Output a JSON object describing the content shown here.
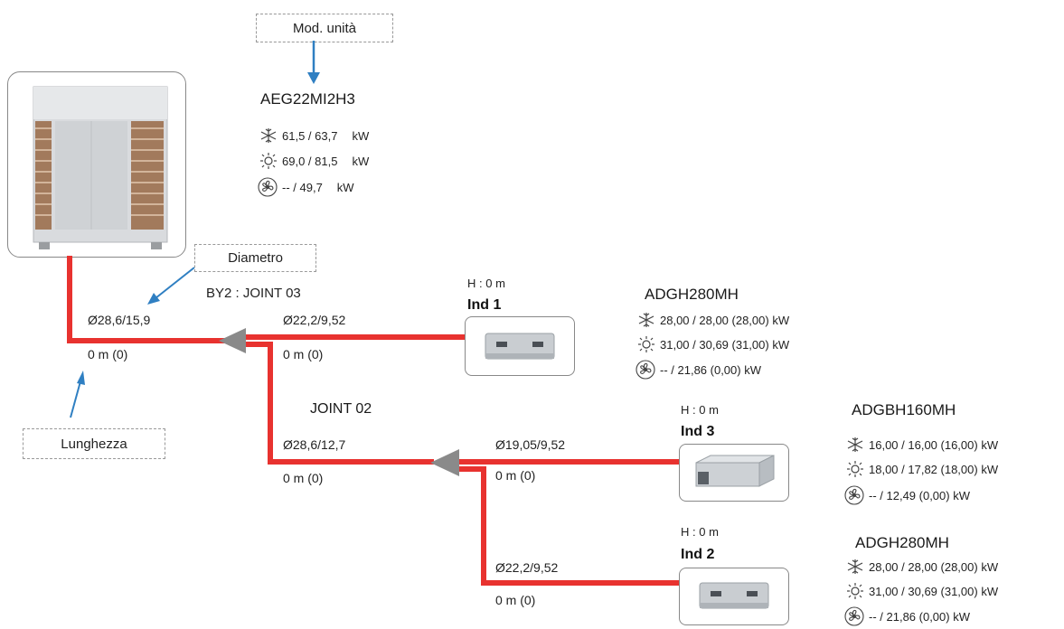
{
  "callouts": {
    "model": "Mod. unità",
    "diameter": "Diametro",
    "length": "Lunghezza"
  },
  "outdoor": {
    "model": "AEG22MI2H3",
    "cool": "61,5 / 63,7",
    "heat": "69,0 / 81,5",
    "fan": "-- / 49,7",
    "unit_cool": "kW",
    "unit_heat": "kW",
    "unit_fan": "kW"
  },
  "main_pipe": {
    "diameter": "Ø28,6/15,9",
    "length": "0 m  (0)"
  },
  "joint03": {
    "label": "BY2 : JOINT 03",
    "pipe_diameter": "Ø22,2/9,52",
    "pipe_length": "0 m  (0)"
  },
  "joint02": {
    "label": "JOINT 02",
    "in_diameter": "Ø28,6/12,7",
    "in_length": "0 m  (0)",
    "upper_diameter": "Ø19,05/9,52",
    "upper_length": "0 m  (0)",
    "lower_diameter": "Ø22,2/9,52",
    "lower_length": "0 m  (0)"
  },
  "indoor_units": {
    "ind1": {
      "height": "H : 0 m",
      "name": "Ind 1",
      "model": "ADGH280MH",
      "cool": "28,00 / 28,00  (28,00)  kW",
      "heat": "31,00 / 30,69  (31,00)  kW",
      "fan": "-- / 21,86  (0,00)  kW"
    },
    "ind3": {
      "height": "H : 0 m",
      "name": "Ind 3",
      "model": "ADGBH160MH",
      "cool": "16,00 / 16,00  (16,00)  kW",
      "heat": "18,00 / 17,82  (18,00)  kW",
      "fan": "-- / 12,49  (0,00)  kW"
    },
    "ind2": {
      "height": "H : 0 m",
      "name": "Ind 2",
      "model": "ADGH280MH",
      "cool": "28,00 / 28,00  (28,00)  kW",
      "heat": "31,00 / 30,69  (31,00)  kW",
      "fan": "-- / 21,86  (0,00)  kW"
    }
  },
  "colors": {
    "pipe": "#e8322f",
    "arrow": "#2f7fc2",
    "joint": "#8a8a8a"
  }
}
